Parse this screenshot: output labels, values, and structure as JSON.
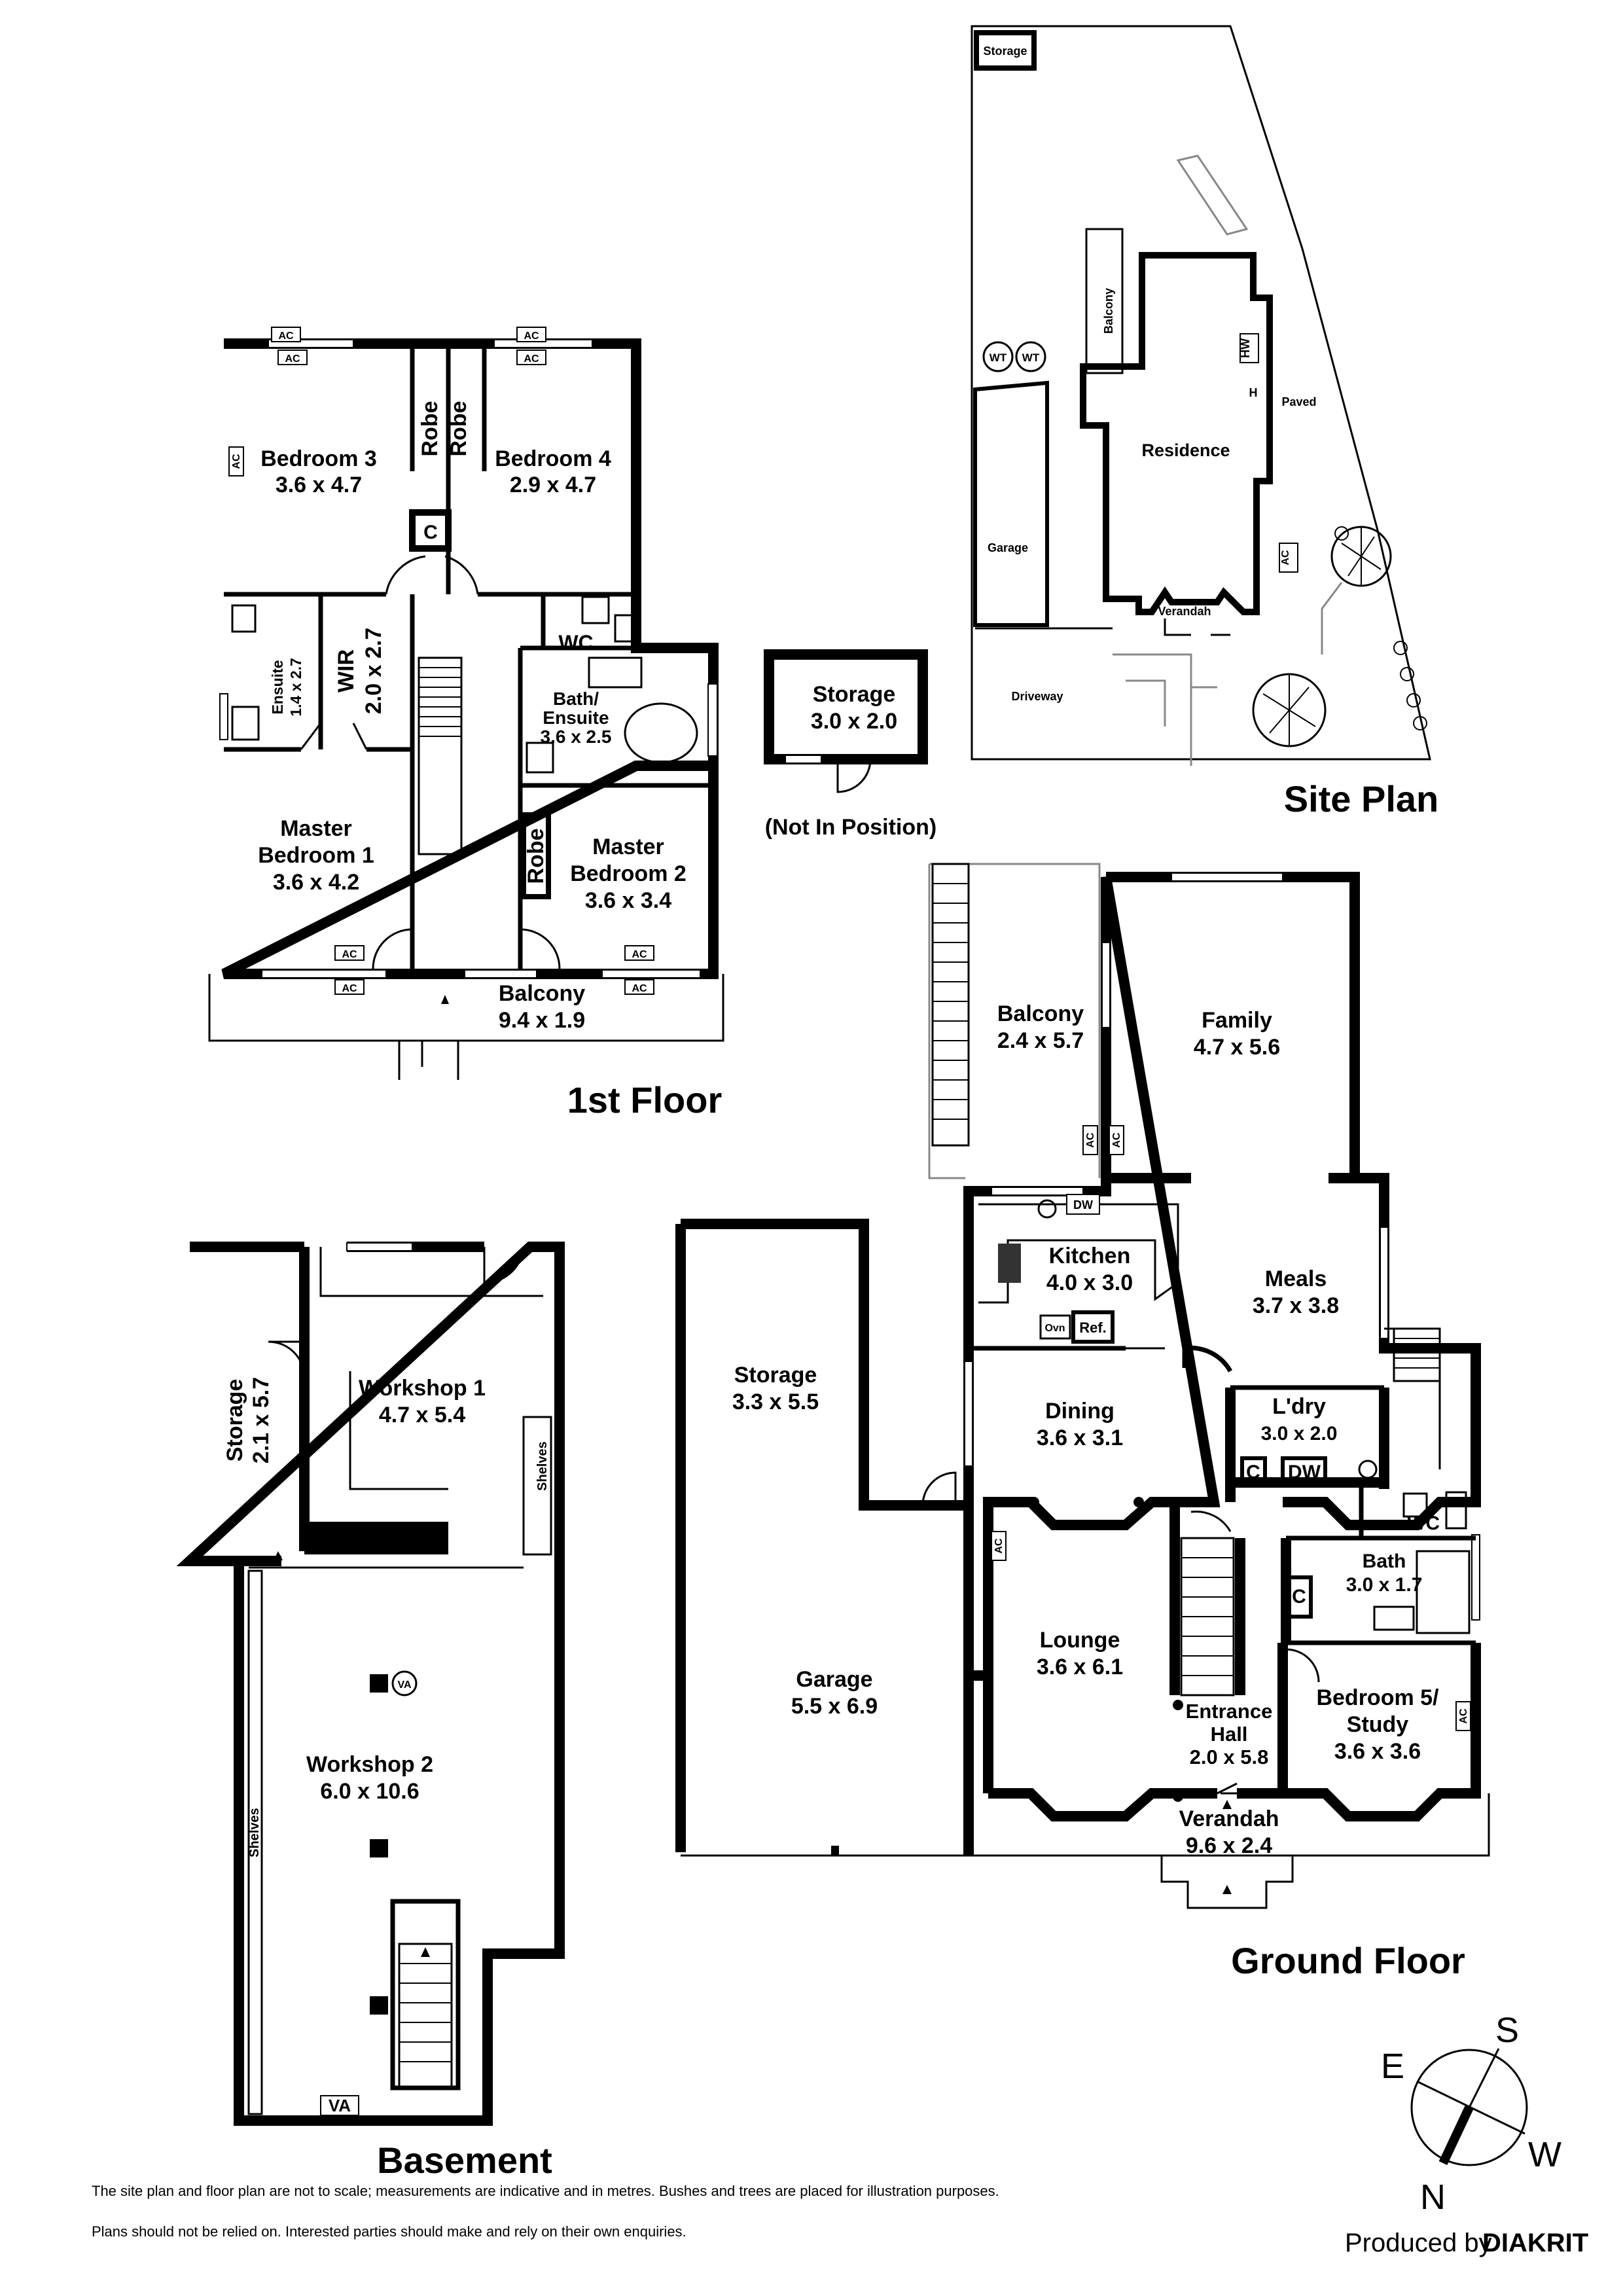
{
  "titles": {
    "first_floor": "1st Floor",
    "ground_floor": "Ground Floor",
    "basement": "Basement",
    "site_plan": "Site Plan"
  },
  "first_floor": {
    "bedroom3": {
      "name": "Bedroom 3",
      "size": "3.6 x 4.7"
    },
    "bedroom4": {
      "name": "Bedroom 4",
      "size": "2.9 x 4.7"
    },
    "robe_a": "Robe",
    "robe_b": "Robe",
    "cupboard": "C",
    "ensuite": {
      "name": "Ensuite",
      "size": "1.4 x 2.7"
    },
    "wir": {
      "name": "WIR",
      "size": "2.0 x 2.7"
    },
    "wc": "WC",
    "bath_ensuite": {
      "name1": "Bath/",
      "name2": "Ensuite",
      "size": "3.6 x 2.5"
    },
    "master1": {
      "name1": "Master",
      "name2": "Bedroom 1",
      "size": "3.6 x 4.2"
    },
    "master2": {
      "name1": "Master",
      "name2": "Bedroom 2",
      "size": "3.6 x 3.4"
    },
    "robe_c": "Robe",
    "balcony": {
      "name": "Balcony",
      "size": "9.4 x 1.9"
    }
  },
  "storage_detached": {
    "name": "Storage",
    "size": "3.0 x 2.0",
    "note": "(Not In Position)"
  },
  "site": {
    "storage": "Storage",
    "balcony": "Balcony",
    "residence": "Residence",
    "garage": "Garage",
    "verandah": "Verandah",
    "driveway": "Driveway",
    "paved": "Paved",
    "hw": "HW",
    "h": "H",
    "wt1": "WT",
    "wt2": "WT",
    "ac": "AC"
  },
  "ground_floor": {
    "balcony": {
      "name": "Balcony",
      "size": "2.4 x 5.7"
    },
    "family": {
      "name": "Family",
      "size": "4.7 x 5.6"
    },
    "kitchen": {
      "name": "Kitchen",
      "size": "4.0 x 3.0"
    },
    "dw": "DW",
    "ovn": "Ovn",
    "ref": "Ref.",
    "meals": {
      "name": "Meals",
      "size": "3.7 x 3.8"
    },
    "storage": {
      "name": "Storage",
      "size": "3.3 x 5.5"
    },
    "dining": {
      "name": "Dining",
      "size": "3.6 x 3.1"
    },
    "laundry": {
      "name": "L'dry",
      "size": "3.0 x 2.0"
    },
    "laundry_c": "C",
    "laundry_dw": "DW",
    "wc": "WC",
    "bath": {
      "name": "Bath",
      "size": "3.0 x 1.7"
    },
    "bath_c": "C",
    "garage": {
      "name": "Garage",
      "size": "5.5 x 6.9"
    },
    "lounge": {
      "name": "Lounge",
      "size": "3.6 x 6.1"
    },
    "entrance": {
      "name1": "Entrance",
      "name2": "Hall",
      "size": "2.0 x 5.8"
    },
    "bedroom5": {
      "name1": "Bedroom 5/",
      "name2": "Study",
      "size": "3.6 x 3.6"
    },
    "verandah": {
      "name": "Verandah",
      "size": "9.6 x 2.4"
    }
  },
  "basement": {
    "storage": {
      "name": "Storage",
      "size": "2.1 x 5.7"
    },
    "workshop1": {
      "name": "Workshop 1",
      "size": "4.7 x 5.4"
    },
    "shelves_a": "Shelves",
    "workshop2": {
      "name": "Workshop 2",
      "size": "6.0 x 10.6"
    },
    "shelves_b": "Shelves",
    "va1": "VA",
    "va2": "VA"
  },
  "ac": "AC",
  "compass": {
    "s": "S",
    "e": "E",
    "w": "W",
    "n": "N"
  },
  "footer": {
    "note1": "The site plan and floor plan are not to scale; measurements are indicative and in metres. Bushes and trees are placed for illustration purposes.",
    "note2": "Plans should not be relied on. Interested parties should make and rely on their own enquiries.",
    "produced_by": "Produced by",
    "brand": "DIAKRIT"
  }
}
